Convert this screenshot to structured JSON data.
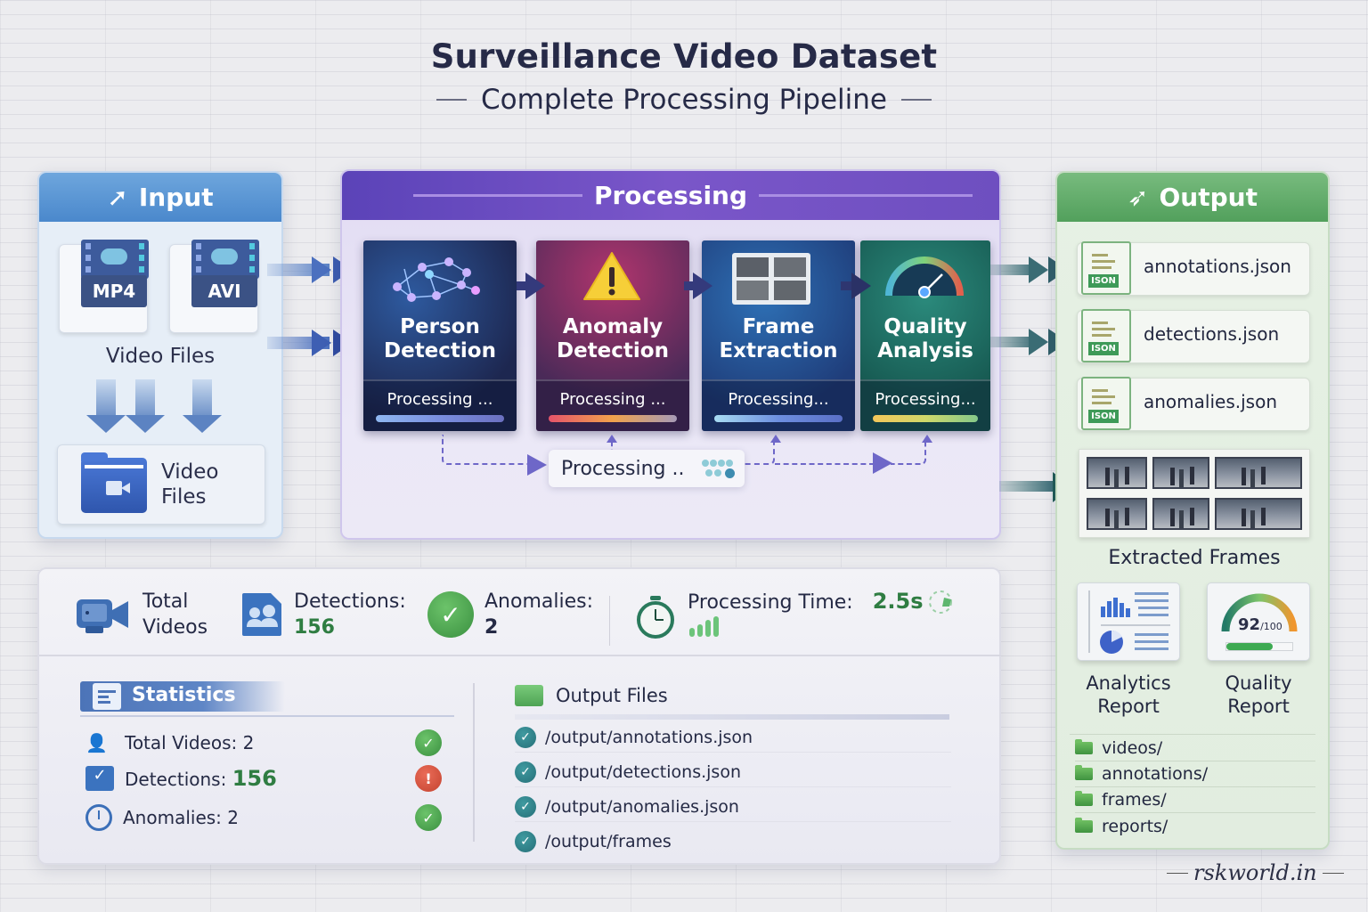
{
  "header": {
    "title": "Surveillance Video Dataset",
    "subtitle": "Complete Processing Pipeline"
  },
  "input": {
    "title": "Input",
    "icon": "send-arrow-icon",
    "formats": [
      "MP4",
      "AVI"
    ],
    "files_label": "Video Files",
    "folder_label_line1": "Video",
    "folder_label_line2": "Files"
  },
  "processing": {
    "title": "Processing",
    "stages": [
      {
        "name_line1": "Person",
        "name_line2": "Detection",
        "status": "Processing ...",
        "icon": "network-graph-icon"
      },
      {
        "name_line1": "Anomaly",
        "name_line2": "Detection",
        "status": "Processing ...",
        "icon": "warning-icon"
      },
      {
        "name_line1": "Frame",
        "name_line2": "Extraction",
        "status": "Processing...",
        "icon": "frames-grid-icon"
      },
      {
        "name_line1": "Quality",
        "name_line2": "Analysis",
        "status": "Processing...",
        "icon": "gauge-icon"
      }
    ],
    "loop_status": "Processing .."
  },
  "output": {
    "title": "Output",
    "files": [
      {
        "name": "annotations.json",
        "tag": "ISON"
      },
      {
        "name": "detections.json",
        "tag": "ISON"
      },
      {
        "name": "anomalies.json",
        "tag": "ISON"
      }
    ],
    "frames_label": "Extracted Frames",
    "reports": [
      {
        "line1": "Analytics",
        "line2": "Report"
      },
      {
        "line1": "Quality",
        "line2": "Report",
        "score": "92",
        "score_suffix": "/100"
      }
    ],
    "folders": [
      "videos/",
      "annotations/",
      "frames/",
      "reports/"
    ]
  },
  "metrics": {
    "total_videos_line1": "Total",
    "total_videos_line2": "Videos",
    "detections_label": "Detections:",
    "detections_value": "156",
    "anomalies_label": "Anomalies:",
    "anomalies_value": "2",
    "processing_time_label": "Processing Time:",
    "processing_time_value": "2.5s"
  },
  "statistics": {
    "title": "Statistics",
    "rows": [
      {
        "label": "Total Videos: 2",
        "value": "",
        "status": "ok"
      },
      {
        "label": "Detections: ",
        "value": "156",
        "status": "warn"
      },
      {
        "label": "Anomalies: 2",
        "value": "",
        "status": "ok"
      }
    ]
  },
  "output_files": {
    "title": "Output Files",
    "paths": [
      "/output/annotations.json",
      "/output/detections.json",
      "/output/anomalies.json",
      "/output/frames"
    ]
  },
  "watermark": "rskworld.in",
  "colors": {
    "input_accent": "#4a88cc",
    "processing_accent": "#6a4cc2",
    "output_accent": "#52a05c",
    "value_green": "#2f7d42",
    "warn_red": "#c4432f"
  }
}
